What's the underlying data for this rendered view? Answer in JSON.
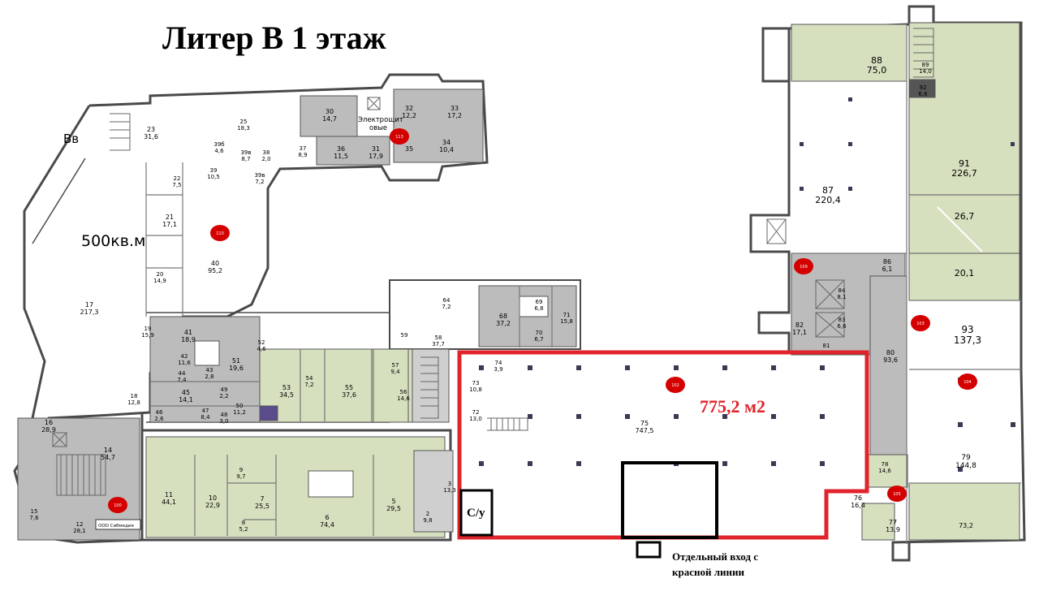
{
  "title": "Литер В  1 этаж",
  "area_annotation": "500кв.м",
  "highlight": {
    "area_label": "775,2 м2",
    "number": "75",
    "area": "747,5",
    "marker": "102",
    "toilet_label": "С/у"
  },
  "entrance_note": {
    "line1": "Отдельный вход с",
    "line2": "красной линии"
  },
  "entrance_word": "Вв",
  "electrical": {
    "line1": "Электрощит",
    "line2": "овые"
  },
  "sign_label": "ООО Сибмедия",
  "colors": {
    "room_green": "#d6e0bf",
    "room_gray": "#bcbcbc",
    "wall": "#4a4a4a",
    "highlight": "#e0242b",
    "marker": "#d40000"
  },
  "rooms": [
    {
      "num": "88",
      "area": "75,0"
    },
    {
      "num": "89",
      "area": "14,0"
    },
    {
      "num": "92",
      "area": "6,6"
    },
    {
      "num": "91",
      "area": "226,7"
    },
    {
      "num": "",
      "area": "26,7"
    },
    {
      "num": "",
      "area": "20,1"
    },
    {
      "num": "93",
      "area": "137,3"
    },
    {
      "num": "87",
      "area": "220,4"
    },
    {
      "num": "86",
      "area": "6,1"
    },
    {
      "num": "84",
      "area": "8,1"
    },
    {
      "num": "83",
      "area": "6,6"
    },
    {
      "num": "82",
      "area": "17,1"
    },
    {
      "num": "81",
      "area": ""
    },
    {
      "num": "80",
      "area": "93,6"
    },
    {
      "num": "79",
      "area": "144,8"
    },
    {
      "num": "78",
      "area": "14,6"
    },
    {
      "num": "76",
      "area": "16,4"
    },
    {
      "num": "77",
      "area": "13,9"
    },
    {
      "num": "",
      "area": "73,2"
    },
    {
      "num": "74",
      "area": "3,9"
    },
    {
      "num": "73",
      "area": "10,8"
    },
    {
      "num": "72",
      "area": "13,0"
    },
    {
      "num": "71",
      "area": "15,8"
    },
    {
      "num": "70",
      "area": "6,7"
    },
    {
      "num": "69",
      "area": "6,8"
    },
    {
      "num": "68",
      "area": "37,2"
    },
    {
      "num": "64",
      "area": "7,2"
    },
    {
      "num": "58",
      "area": "37,7"
    },
    {
      "num": "59",
      "area": ""
    },
    {
      "num": "57",
      "area": "9,4"
    },
    {
      "num": "56",
      "area": "14,6"
    },
    {
      "num": "55",
      "area": "37,6"
    },
    {
      "num": "54",
      "area": "7,2"
    },
    {
      "num": "53",
      "area": "34,5"
    },
    {
      "num": "52",
      "area": "4,6"
    },
    {
      "num": "51",
      "area": "19,6"
    },
    {
      "num": "50",
      "area": "11,2"
    },
    {
      "num": "49",
      "area": "2,2"
    },
    {
      "num": "48",
      "area": "3,0"
    },
    {
      "num": "47",
      "area": "8,4"
    },
    {
      "num": "46",
      "area": "2,6"
    },
    {
      "num": "45",
      "area": "14,1"
    },
    {
      "num": "44",
      "area": "7,4"
    },
    {
      "num": "43",
      "area": "2,8"
    },
    {
      "num": "42",
      "area": "11,6"
    },
    {
      "num": "41",
      "area": "18,9"
    },
    {
      "num": "40",
      "area": "95,2"
    },
    {
      "num": "21",
      "area": "17,1"
    },
    {
      "num": "22",
      "area": "7,5"
    },
    {
      "num": "20",
      "area": "14,9"
    },
    {
      "num": "19",
      "area": "15,9"
    },
    {
      "num": "18",
      "area": "12,8"
    },
    {
      "num": "17",
      "area": "217,3"
    },
    {
      "num": "16",
      "area": "28,9"
    },
    {
      "num": "15",
      "area": "7,6"
    },
    {
      "num": "14",
      "area": "54,7"
    },
    {
      "num": "12",
      "area": "28,1"
    },
    {
      "num": "11",
      "area": "44,1"
    },
    {
      "num": "10",
      "area": "22,9"
    },
    {
      "num": "9",
      "area": "9,7"
    },
    {
      "num": "8",
      "area": "5,2"
    },
    {
      "num": "7",
      "area": "25,5"
    },
    {
      "num": "6",
      "area": "74,4"
    },
    {
      "num": "5",
      "area": "29,5"
    },
    {
      "num": "3",
      "area": "13,3"
    },
    {
      "num": "2",
      "area": "9,8"
    },
    {
      "num": "23",
      "area": "31,6"
    },
    {
      "num": "25",
      "area": "18,3"
    },
    {
      "num": "39б",
      "area": "4,6"
    },
    {
      "num": "39в",
      "area": "8,7"
    },
    {
      "num": "39",
      "area": "10,5"
    },
    {
      "num": "38",
      "area": "2,0"
    },
    {
      "num": "39в",
      "area": "7,2"
    },
    {
      "num": "37",
      "area": "8,9"
    },
    {
      "num": "30",
      "area": "14,7"
    },
    {
      "num": "36",
      "area": "11,5"
    },
    {
      "num": "31",
      "area": "17,9"
    },
    {
      "num": "32",
      "area": "12,2"
    },
    {
      "num": "35",
      "area": ""
    },
    {
      "num": "33",
      "area": "17,2"
    },
    {
      "num": "34",
      "area": "10,4"
    }
  ],
  "markers": [
    "113",
    "110",
    "109",
    "103",
    "104",
    "105",
    "100"
  ]
}
